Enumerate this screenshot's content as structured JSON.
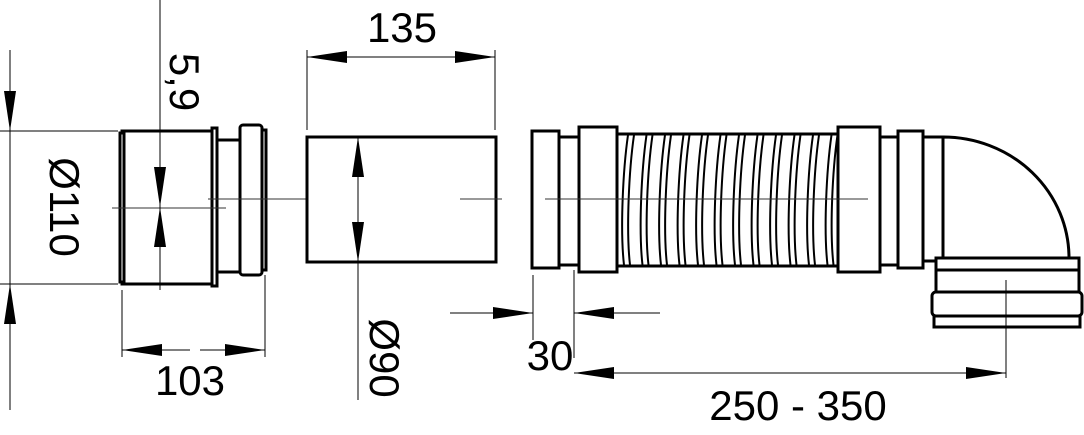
{
  "dimensions": {
    "adapter_outer_diameter": "Ø110",
    "adapter_wall": "5,9",
    "adapter_length": "103",
    "pipe_length": "135",
    "pipe_diameter": "Ø90",
    "socket_depth": "30",
    "flex_length_range": "250 - 350"
  }
}
